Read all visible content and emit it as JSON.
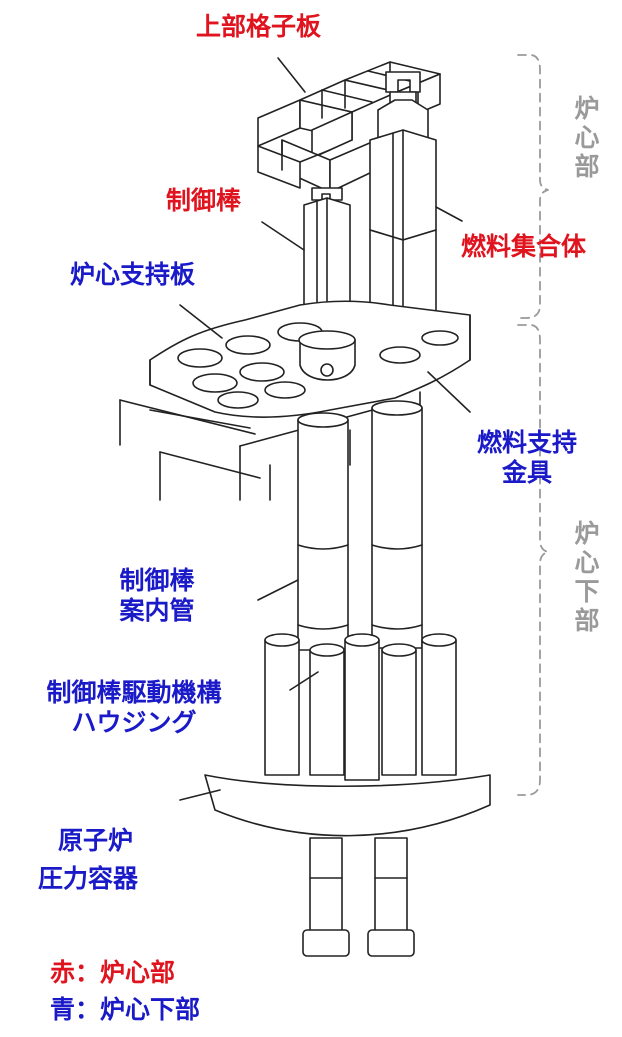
{
  "labels": {
    "upper_grid_plate": "上部格子板",
    "control_rod": "制御棒",
    "core_support_plate": "炉心支持板",
    "fuel_assembly": "燃料集合体",
    "fuel_support_fitting_1": "燃料支持",
    "fuel_support_fitting_2": "金具",
    "cr_guide_tube_1": "制御棒",
    "cr_guide_tube_2": "案内管",
    "crd_housing_1": "制御棒駆動機構",
    "crd_housing_2": "ハウジング",
    "rpv_1": "原子炉",
    "rpv_2": "圧力容器"
  },
  "brackets": {
    "core": "炉心部",
    "lower_core": "炉心下部"
  },
  "legend": {
    "red_text": "赤：炉心部",
    "blue_text": "青：炉心下部"
  },
  "colors": {
    "red": "#e0141e",
    "blue": "#1a1ac8",
    "gray": "#9a9a9a",
    "line": "#222222"
  }
}
